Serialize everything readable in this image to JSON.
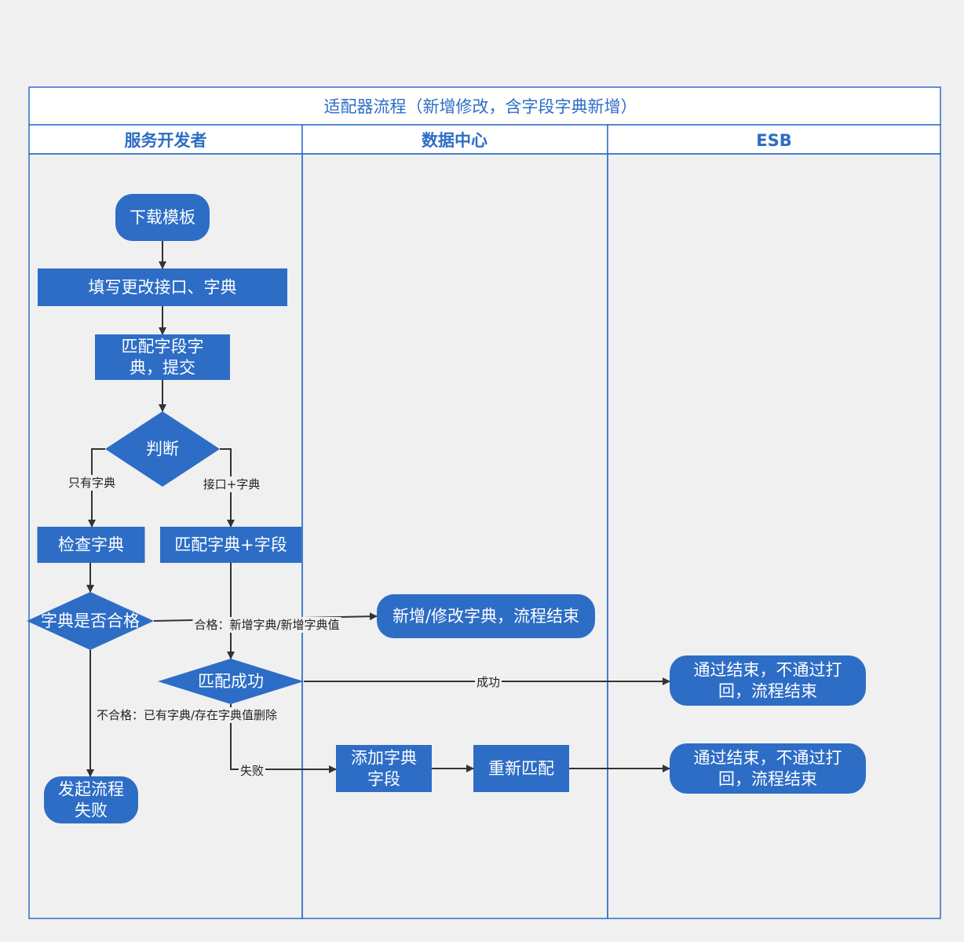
{
  "colors": {
    "node_fill": "#2d6dc6",
    "lane_border": "#2d6dc6",
    "header_text": "#2d6dc6",
    "background": "#f0f0f1",
    "edge": "#333333"
  },
  "pool": {
    "title": "适配器流程（新增修改，含字段字典新增）"
  },
  "lanes": [
    {
      "id": "developer",
      "label": "服务开发者"
    },
    {
      "id": "datacenter",
      "label": "数据中心"
    },
    {
      "id": "esb",
      "label": "ESB"
    }
  ],
  "nodes": {
    "download_template": {
      "shape": "terminal",
      "lines": [
        "下载模板"
      ]
    },
    "fill_interface": {
      "shape": "process",
      "lines": [
        "填写更改接口、字典"
      ]
    },
    "match_submit": {
      "shape": "process",
      "lines": [
        "匹配字段字",
        "典，提交"
      ]
    },
    "judge": {
      "shape": "decision",
      "lines": [
        "判断"
      ]
    },
    "check_dict": {
      "shape": "process",
      "lines": [
        "检查字典"
      ]
    },
    "match_dict_field": {
      "shape": "process",
      "lines": [
        "匹配字典+字段"
      ]
    },
    "dict_qualified": {
      "shape": "decision",
      "lines": [
        "字典是否合格"
      ]
    },
    "add_modify_end": {
      "shape": "terminal",
      "lines": [
        "新增/修改字典，流程结束"
      ]
    },
    "match_success": {
      "shape": "decision",
      "lines": [
        "匹配成功"
      ]
    },
    "esb_end_1": {
      "shape": "terminal",
      "lines": [
        "通过结束，不通过打",
        "回，流程结束"
      ]
    },
    "add_dict_field": {
      "shape": "process",
      "lines": [
        "添加字典",
        "字段"
      ]
    },
    "rematch": {
      "shape": "process",
      "lines": [
        "重新匹配"
      ]
    },
    "esb_end_2": {
      "shape": "terminal",
      "lines": [
        "通过结束，不通过打",
        "回，流程结束"
      ]
    },
    "launch_fail": {
      "shape": "terminal",
      "lines": [
        "发起流程",
        "失败"
      ]
    }
  },
  "edges": [
    {
      "id": "e1",
      "from": "download_template",
      "to": "fill_interface",
      "label": ""
    },
    {
      "id": "e2",
      "from": "fill_interface",
      "to": "match_submit",
      "label": ""
    },
    {
      "id": "e3",
      "from": "match_submit",
      "to": "judge",
      "label": ""
    },
    {
      "id": "e4",
      "from": "judge",
      "to": "check_dict",
      "label": "只有字典"
    },
    {
      "id": "e5",
      "from": "judge",
      "to": "match_dict_field",
      "label": "接口+字典"
    },
    {
      "id": "e6",
      "from": "check_dict",
      "to": "dict_qualified",
      "label": ""
    },
    {
      "id": "e7",
      "from": "dict_qualified",
      "to": "add_modify_end",
      "label": "合格：新增字典/新增字典值"
    },
    {
      "id": "e8",
      "from": "match_dict_field",
      "to": "match_success",
      "label": ""
    },
    {
      "id": "e9",
      "from": "match_success",
      "to": "esb_end_1",
      "label": "成功"
    },
    {
      "id": "e10",
      "from": "dict_qualified",
      "to": "launch_fail",
      "label": "不合格：已有字典/存在字典值删除"
    },
    {
      "id": "e11",
      "from": "match_success",
      "to": "add_dict_field",
      "label": "失败"
    },
    {
      "id": "e12",
      "from": "add_dict_field",
      "to": "rematch",
      "label": ""
    },
    {
      "id": "e13",
      "from": "rematch",
      "to": "esb_end_2",
      "label": ""
    }
  ]
}
